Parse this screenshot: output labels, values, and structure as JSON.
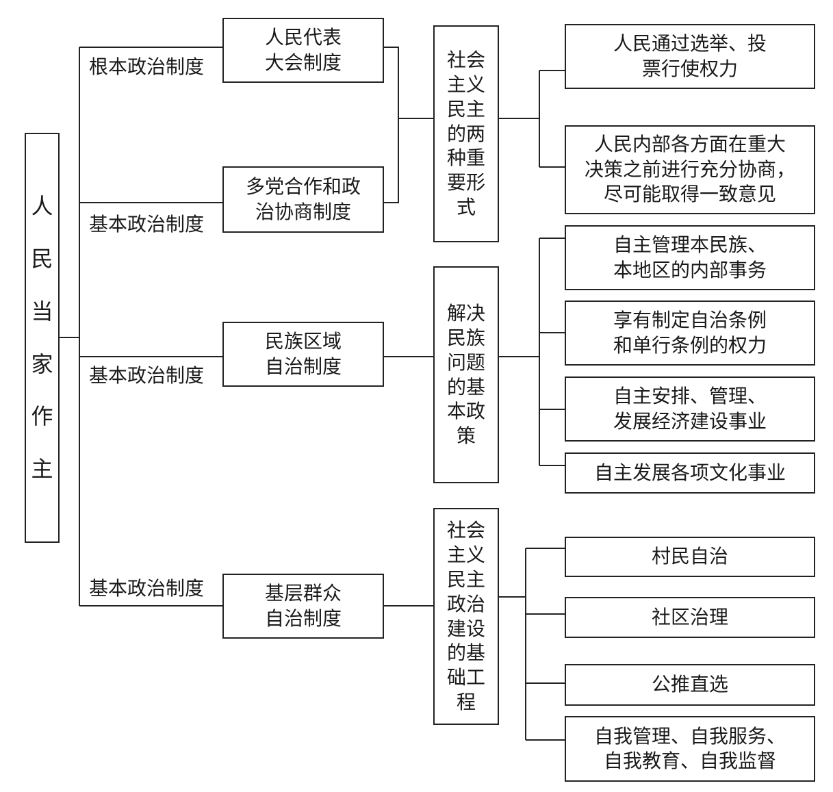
{
  "root": "人民当家作主",
  "system_labels": {
    "fundamental": "根本政治制度",
    "basic_1": "基本政治制度",
    "basic_2": "基本政治制度",
    "basic_3": "基本政治制度"
  },
  "systems": {
    "npc": [
      "人民代表",
      "大会制度"
    ],
    "cpc": [
      "多党合作和政",
      "治协商制度"
    ],
    "ethnic": [
      "民族区域",
      "自治制度"
    ],
    "grassroots": [
      "基层群众",
      "自治制度"
    ]
  },
  "concepts": {
    "democracy_forms": "社会主义民主的两种重要形式",
    "ethnic_policy": "解决民族问题的基本政策",
    "foundation": "社会主义民主政治建设的基础工程"
  },
  "leaves": {
    "election": [
      "人民通过选举、投",
      "票行使权力"
    ],
    "consultation": [
      "人民内部各方面在重大",
      "决策之前进行充分协商，",
      "尽可能取得一致意见"
    ],
    "ethnic_affairs": [
      "自主管理本民族、",
      "本地区的内部事务"
    ],
    "regulations": [
      "享有制定自治条例",
      "和单行条例的权力"
    ],
    "economy": [
      "自主安排、管理、",
      "发展经济建设事业"
    ],
    "culture": [
      "自主发展各项文化事业"
    ],
    "village": [
      "村民自治"
    ],
    "community": [
      "社区治理"
    ],
    "election_direct": [
      "公推直选"
    ],
    "self_gov": [
      "自我管理、自我服务、",
      "自我教育、自我监督"
    ]
  }
}
